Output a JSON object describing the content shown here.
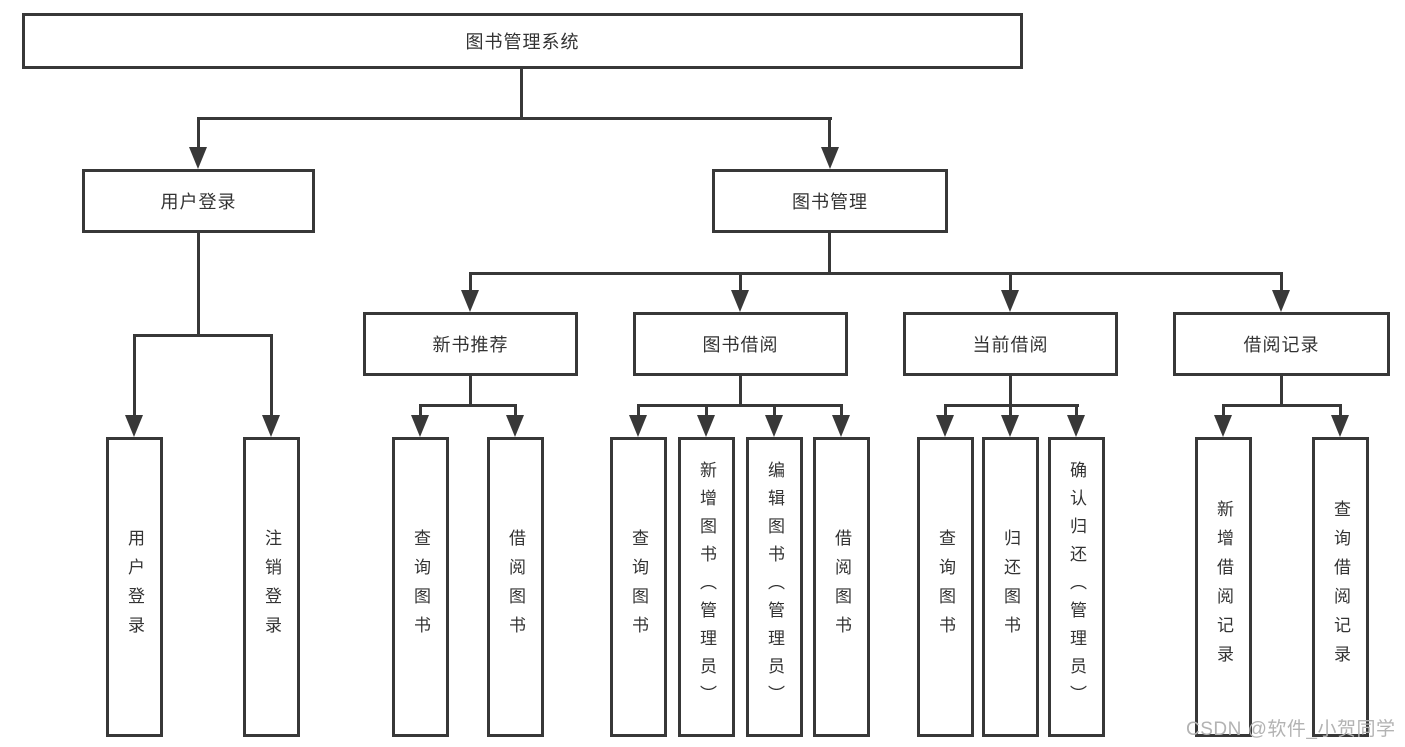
{
  "diagram_title": "图书管理系统",
  "colors": {
    "line": "#383838",
    "text": "#333333",
    "watermark": "#b3b3b3",
    "background": "#ffffff"
  },
  "tree": {
    "root": {
      "label": "图书管理系统"
    },
    "branches": [
      {
        "label": "用户登录",
        "children": [
          {
            "label": "用户登录"
          },
          {
            "label": "注销登录"
          }
        ]
      },
      {
        "label": "图书管理",
        "children": [
          {
            "label": "新书推荐",
            "children": [
              {
                "label": "查询图书"
              },
              {
                "label": "借阅图书"
              }
            ]
          },
          {
            "label": "图书借阅",
            "children": [
              {
                "label": "查询图书"
              },
              {
                "label": "新增图书（管理员）"
              },
              {
                "label": "编辑图书（管理员）"
              },
              {
                "label": "借阅图书"
              }
            ]
          },
          {
            "label": "当前借阅",
            "children": [
              {
                "label": "查询图书"
              },
              {
                "label": "归还图书"
              },
              {
                "label": "确认归还（管理员）"
              }
            ]
          },
          {
            "label": "借阅记录",
            "children": [
              {
                "label": "新增借阅记录"
              },
              {
                "label": "查询借阅记录"
              }
            ]
          }
        ]
      }
    ]
  },
  "watermark": {
    "text": "CSDN @软件_小贺同学"
  }
}
